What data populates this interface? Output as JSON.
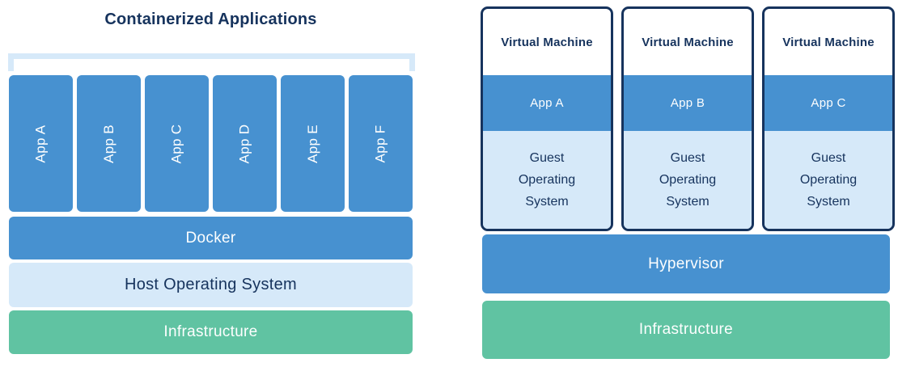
{
  "colors": {
    "blue": "#4791d0",
    "light_blue": "#d6e9f9",
    "green": "#60c3a2",
    "navy": "#16335d",
    "white_text": "#fdfefe",
    "background": "#ffffff"
  },
  "left_panel": {
    "title": "Containerized Applications",
    "apps": [
      {
        "label": "App A"
      },
      {
        "label": "App B"
      },
      {
        "label": "App C"
      },
      {
        "label": "App D"
      },
      {
        "label": "App E"
      },
      {
        "label": "App F"
      }
    ],
    "layers": {
      "runtime": "Docker",
      "os": "Host Operating System",
      "infrastructure": "Infrastructure"
    }
  },
  "right_panel": {
    "vms": [
      {
        "title": "Virtual Machine",
        "app": "App A",
        "os": "Guest Operating System"
      },
      {
        "title": "Virtual Machine",
        "app": "App B",
        "os": "Guest Operating System"
      },
      {
        "title": "Virtual Machine",
        "app": "App C",
        "os": "Guest Operating System"
      }
    ],
    "layers": {
      "hypervisor": "Hypervisor",
      "infrastructure": "Infrastructure"
    }
  }
}
